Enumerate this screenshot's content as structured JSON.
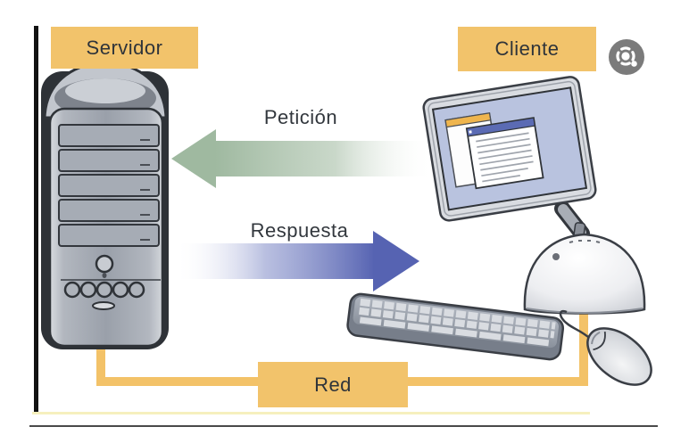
{
  "diagram": {
    "server": {
      "label": "Servidor"
    },
    "client": {
      "label": "Cliente"
    },
    "network": {
      "label": "Red"
    },
    "request": {
      "label": "Petición",
      "direction": "client-to-server"
    },
    "response": {
      "label": "Respuesta",
      "direction": "server-to-client"
    }
  },
  "overlay": {
    "lens_icon": "lens-icon"
  },
  "colors": {
    "badge_bg": "#F2C36B",
    "network_cable": "#F3C268",
    "request_arrow_green": "#9FB9A0",
    "response_arrow_blue": "#5663B2",
    "screen_blue": "#B9C3DF",
    "window_titlebar_orange": "#EFB54E",
    "window_titlebar_blue": "#5B6BB4",
    "lens_button_gray": "#7B7B7B"
  }
}
